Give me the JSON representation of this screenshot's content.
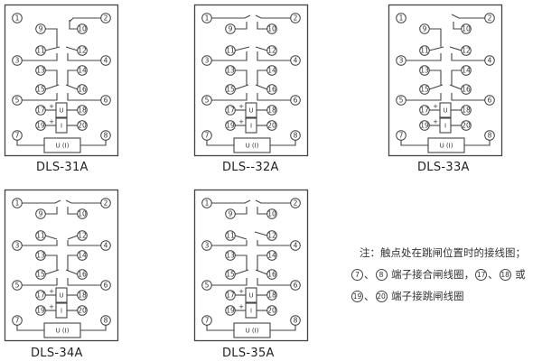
{
  "panels": [
    {
      "id": "dls-31a",
      "caption": "DLS-31A",
      "variant": "31"
    },
    {
      "id": "dls-32a",
      "caption": "DLS--32A",
      "variant": "32"
    },
    {
      "id": "dls-33a",
      "caption": "DLS-33A",
      "variant": "33"
    },
    {
      "id": "dls-34a",
      "caption": "DLS-34A",
      "variant": "34"
    },
    {
      "id": "dls-35a",
      "caption": "DLS-35A",
      "variant": "35"
    }
  ],
  "terminals": [
    "1",
    "2",
    "3",
    "4",
    "5",
    "6",
    "7",
    "8",
    "9",
    "10",
    "11",
    "12",
    "13",
    "14",
    "15",
    "16",
    "17",
    "18",
    "19",
    "20"
  ],
  "coil_labels": {
    "voltage": "U",
    "current": "I",
    "hold": "U (I)",
    "plus": "+"
  },
  "note": {
    "line1": "注：触点处在跳闸位置时的接线图；",
    "line2_t1": "7",
    "line2_sep1": "、",
    "line2_t2": "8",
    "line2_text": " 端子接合闸线圈，",
    "line2_t3": "17",
    "line2_sep2": "、",
    "line2_t4": "18",
    "line2_end": " 或",
    "line3_t1": "19",
    "line3_sep": "、",
    "line3_t2": "20",
    "line3_text": " 端子接跳闸线圈"
  },
  "colors": {
    "line": "#444444",
    "text": "#222222"
  }
}
